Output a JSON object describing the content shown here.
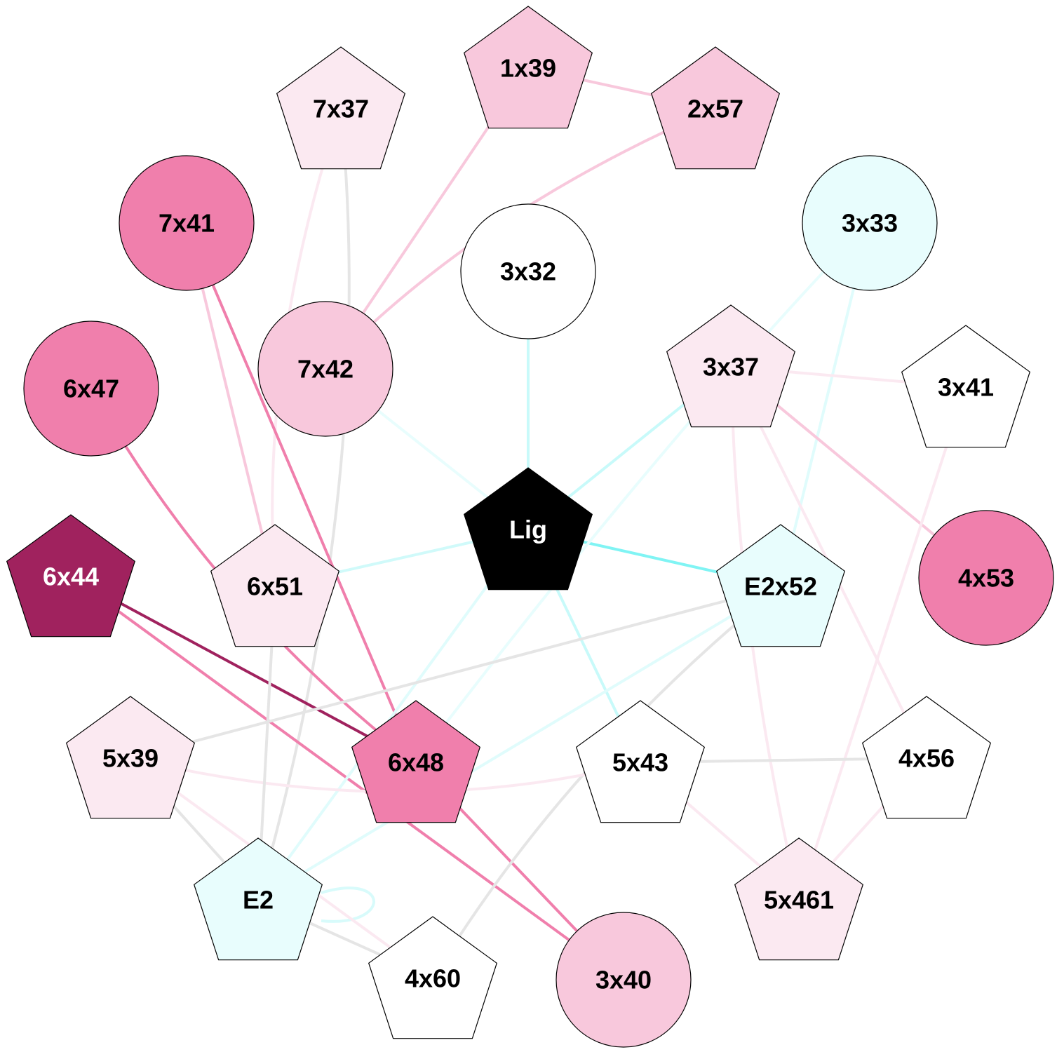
{
  "diagram": {
    "type": "interaction-network",
    "colors": {
      "strong_pink": "#f07fac",
      "pink": "#f8c8dc",
      "light_pink": "#fbe9f1",
      "dark_magenta": "#a0225e",
      "light_cyan": "#e8fdfd",
      "cyan_edge": "#80f4f4",
      "faint_cyan_edge": "#d0fafa",
      "gray_edge": "#e5e5e5",
      "white": "#ffffff",
      "black": "#000000"
    },
    "nodes": [
      {
        "id": "Lig",
        "label": "Lig",
        "shape": "pentagon",
        "fill": "#000000",
        "text": "#ffffff"
      },
      {
        "id": "3x32",
        "label": "3x32",
        "shape": "circle",
        "fill": "#ffffff",
        "text": "#000000"
      },
      {
        "id": "1x39",
        "label": "1x39",
        "shape": "pentagon",
        "fill": "#f8c8dc",
        "text": "#000000"
      },
      {
        "id": "2x57",
        "label": "2x57",
        "shape": "pentagon",
        "fill": "#f8c8dc",
        "text": "#000000"
      },
      {
        "id": "7x37",
        "label": "7x37",
        "shape": "pentagon",
        "fill": "#fbe9f1",
        "text": "#000000"
      },
      {
        "id": "7x41",
        "label": "7x41",
        "shape": "circle",
        "fill": "#f07fac",
        "text": "#000000"
      },
      {
        "id": "3x33",
        "label": "3x33",
        "shape": "circle",
        "fill": "#e8fdfd",
        "text": "#000000"
      },
      {
        "id": "7x42",
        "label": "7x42",
        "shape": "circle",
        "fill": "#f8c8dc",
        "text": "#000000"
      },
      {
        "id": "3x37",
        "label": "3x37",
        "shape": "pentagon",
        "fill": "#fbe9f1",
        "text": "#000000"
      },
      {
        "id": "6x47",
        "label": "6x47",
        "shape": "circle",
        "fill": "#f07fac",
        "text": "#000000"
      },
      {
        "id": "3x41",
        "label": "3x41",
        "shape": "pentagon",
        "fill": "#ffffff",
        "text": "#000000"
      },
      {
        "id": "6x44",
        "label": "6x44",
        "shape": "pentagon",
        "fill": "#a0225e",
        "text": "#ffffff"
      },
      {
        "id": "6x51",
        "label": "6x51",
        "shape": "pentagon",
        "fill": "#fbe9f1",
        "text": "#000000"
      },
      {
        "id": "E2x52",
        "label": "E2x52",
        "shape": "pentagon",
        "fill": "#e8fdfd",
        "text": "#000000"
      },
      {
        "id": "4x53",
        "label": "4x53",
        "shape": "circle",
        "fill": "#f07fac",
        "text": "#000000"
      },
      {
        "id": "5x39",
        "label": "5x39",
        "shape": "pentagon",
        "fill": "#fbe9f1",
        "text": "#000000"
      },
      {
        "id": "6x48",
        "label": "6x48",
        "shape": "pentagon",
        "fill": "#f07fac",
        "text": "#000000"
      },
      {
        "id": "5x43",
        "label": "5x43",
        "shape": "pentagon",
        "fill": "#ffffff",
        "text": "#000000"
      },
      {
        "id": "4x56",
        "label": "4x56",
        "shape": "pentagon",
        "fill": "#ffffff",
        "text": "#000000"
      },
      {
        "id": "E2",
        "label": "E2",
        "shape": "pentagon",
        "fill": "#e8fdfd",
        "text": "#000000"
      },
      {
        "id": "5x461",
        "label": "5x461",
        "shape": "pentagon",
        "fill": "#fbe9f1",
        "text": "#000000"
      },
      {
        "id": "4x60",
        "label": "4x60",
        "shape": "pentagon",
        "fill": "#ffffff",
        "text": "#000000"
      },
      {
        "id": "3x40",
        "label": "3x40",
        "shape": "circle",
        "fill": "#f8c8dc",
        "text": "#000000"
      }
    ],
    "edges": [
      {
        "source": "1x39",
        "target": "2x57",
        "color": "#f8c8dc"
      },
      {
        "source": "1x39",
        "target": "7x42",
        "color": "#f8c8dc"
      },
      {
        "source": "2x57",
        "target": "7x42",
        "color": "#f8c8dc"
      },
      {
        "source": "7x37",
        "target": "6x51",
        "color": "#fbe9f1"
      },
      {
        "source": "7x37",
        "target": "E2",
        "color": "#e5e5e5"
      },
      {
        "source": "7x41",
        "target": "6x51",
        "color": "#f8c8dc"
      },
      {
        "source": "7x41",
        "target": "6x48",
        "color": "#f07fac"
      },
      {
        "source": "6x47",
        "target": "6x48",
        "color": "#f07fac"
      },
      {
        "source": "6x44",
        "target": "6x48",
        "color": "#a0225e"
      },
      {
        "source": "6x44",
        "target": "3x40",
        "color": "#f07fac"
      },
      {
        "source": "6x48",
        "target": "3x40",
        "color": "#f07fac"
      },
      {
        "source": "3x32",
        "target": "Lig",
        "color": "#c8fafa"
      },
      {
        "source": "7x42",
        "target": "Lig",
        "color": "#e8fdfd"
      },
      {
        "source": "3x37",
        "target": "Lig",
        "color": "#c8fafa"
      },
      {
        "source": "6x51",
        "target": "Lig",
        "color": "#d0fafa"
      },
      {
        "source": "E2x52",
        "target": "Lig",
        "color": "#80f4f4"
      },
      {
        "source": "Lig",
        "target": "5x43",
        "color": "#c8fafa"
      },
      {
        "source": "Lig",
        "target": "E2",
        "color": "#e0fcfc"
      },
      {
        "source": "3x33",
        "target": "E2x52",
        "color": "#e0fcfc"
      },
      {
        "source": "3x33",
        "target": "6x48",
        "color": "#e8fdfd"
      },
      {
        "source": "E2x52",
        "target": "E2",
        "color": "#e0fcfc"
      },
      {
        "source": "E2",
        "target": "E2",
        "color": "#d8fbfb"
      },
      {
        "source": "3x37",
        "target": "3x41",
        "color": "#fbe9f1"
      },
      {
        "source": "3x37",
        "target": "4x53",
        "color": "#f8c8dc"
      },
      {
        "source": "3x37",
        "target": "4x56",
        "color": "#fbe9f1"
      },
      {
        "source": "3x37",
        "target": "5x461",
        "color": "#fbe9f1"
      },
      {
        "source": "3x41",
        "target": "5x461",
        "color": "#fbe9f1"
      },
      {
        "source": "E2x52",
        "target": "5x39",
        "color": "#e5e5e5"
      },
      {
        "source": "E2x52",
        "target": "4x60",
        "color": "#e5e5e5"
      },
      {
        "source": "5x43",
        "target": "4x56",
        "color": "#e5e5e5"
      },
      {
        "source": "5x43",
        "target": "5x39",
        "color": "#fbe9f1"
      },
      {
        "source": "5x43",
        "target": "5x461",
        "color": "#fbe9f1"
      },
      {
        "source": "4x56",
        "target": "5x461",
        "color": "#fbe9f1"
      },
      {
        "source": "6x51",
        "target": "E2",
        "color": "#e5e5e5"
      },
      {
        "source": "5x39",
        "target": "E2",
        "color": "#e5e5e5"
      },
      {
        "source": "5x39",
        "target": "4x60",
        "color": "#fbe9f1"
      },
      {
        "source": "E2",
        "target": "4x60",
        "color": "#e5e5e5"
      }
    ]
  }
}
